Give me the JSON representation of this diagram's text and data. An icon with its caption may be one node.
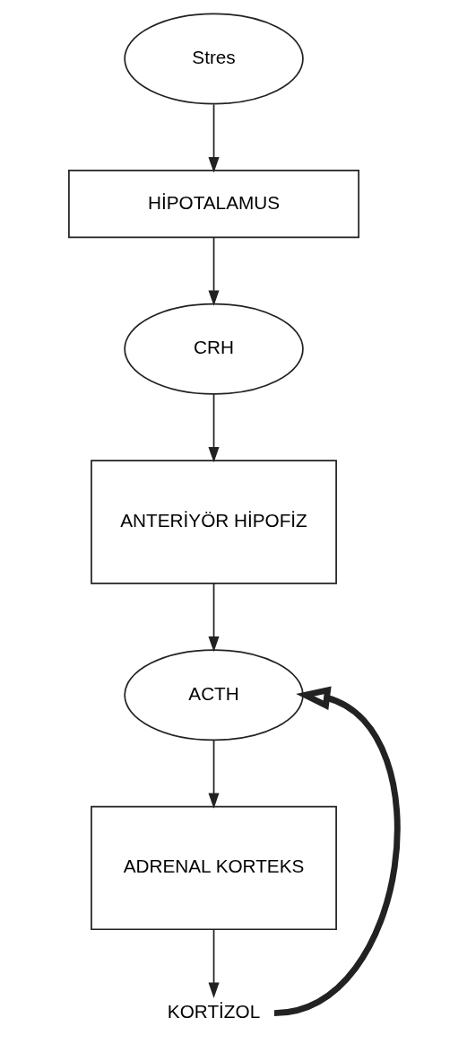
{
  "diagram": {
    "nodes": [
      {
        "text": [
          "Stres"
        ]
      },
      {
        "text": [
          "HİPOTALAMUS"
        ]
      },
      {
        "text": [
          "CRH"
        ]
      },
      {
        "text": [
          "ANTERİYÖR HİPOFİZ"
        ]
      },
      {
        "text": [
          "ACTH"
        ]
      },
      {
        "text": [
          "ADRENAL KORTEKS"
        ]
      },
      {
        "text": [
          "KORTİZOL"
        ]
      }
    ],
    "edges": [
      {
        "from": 0,
        "to": 1,
        "arrow": "to"
      },
      {
        "from": 1,
        "to": 2,
        "arrow": "to"
      },
      {
        "from": 2,
        "to": 3,
        "arrow": "to"
      },
      {
        "from": 3,
        "to": 4,
        "arrow": "to"
      },
      {
        "from": 4,
        "to": 5,
        "arrow": "to"
      },
      {
        "from": 5,
        "to": 6,
        "arrow": "to"
      },
      {
        "from": 6,
        "to": 4,
        "arrow": "to",
        "style": "thick"
      }
    ]
  }
}
